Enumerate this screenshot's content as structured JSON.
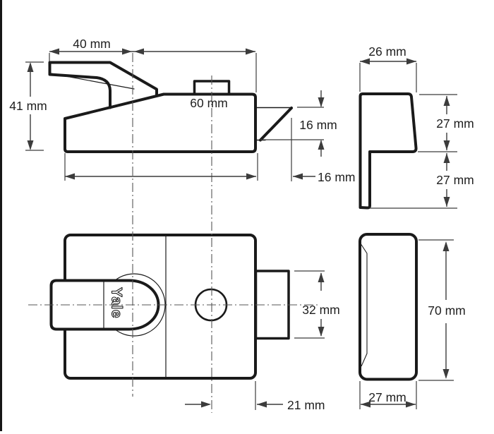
{
  "brand": {
    "logo": "Yale"
  },
  "colors": {
    "ink": "#1a1a1a",
    "dimension": "#3c3c3c",
    "background": "#ffffff"
  },
  "views": {
    "side_elevation": {
      "dims": {
        "lever_width": "40 mm",
        "overall_height": "41 mm",
        "case_width": "60 mm",
        "bolt_height": "16 mm",
        "bolt_projection": "16 mm"
      }
    },
    "keep_profile": {
      "dims": {
        "width": "26 mm",
        "upper_height": "27 mm",
        "lower_height": "27 mm"
      }
    },
    "front_elevation": {
      "dims": {
        "faceplate_height": "32 mm",
        "hole_to_edge": "21 mm"
      }
    },
    "case_profile": {
      "dims": {
        "height": "70 mm",
        "depth": "27 mm"
      }
    }
  }
}
